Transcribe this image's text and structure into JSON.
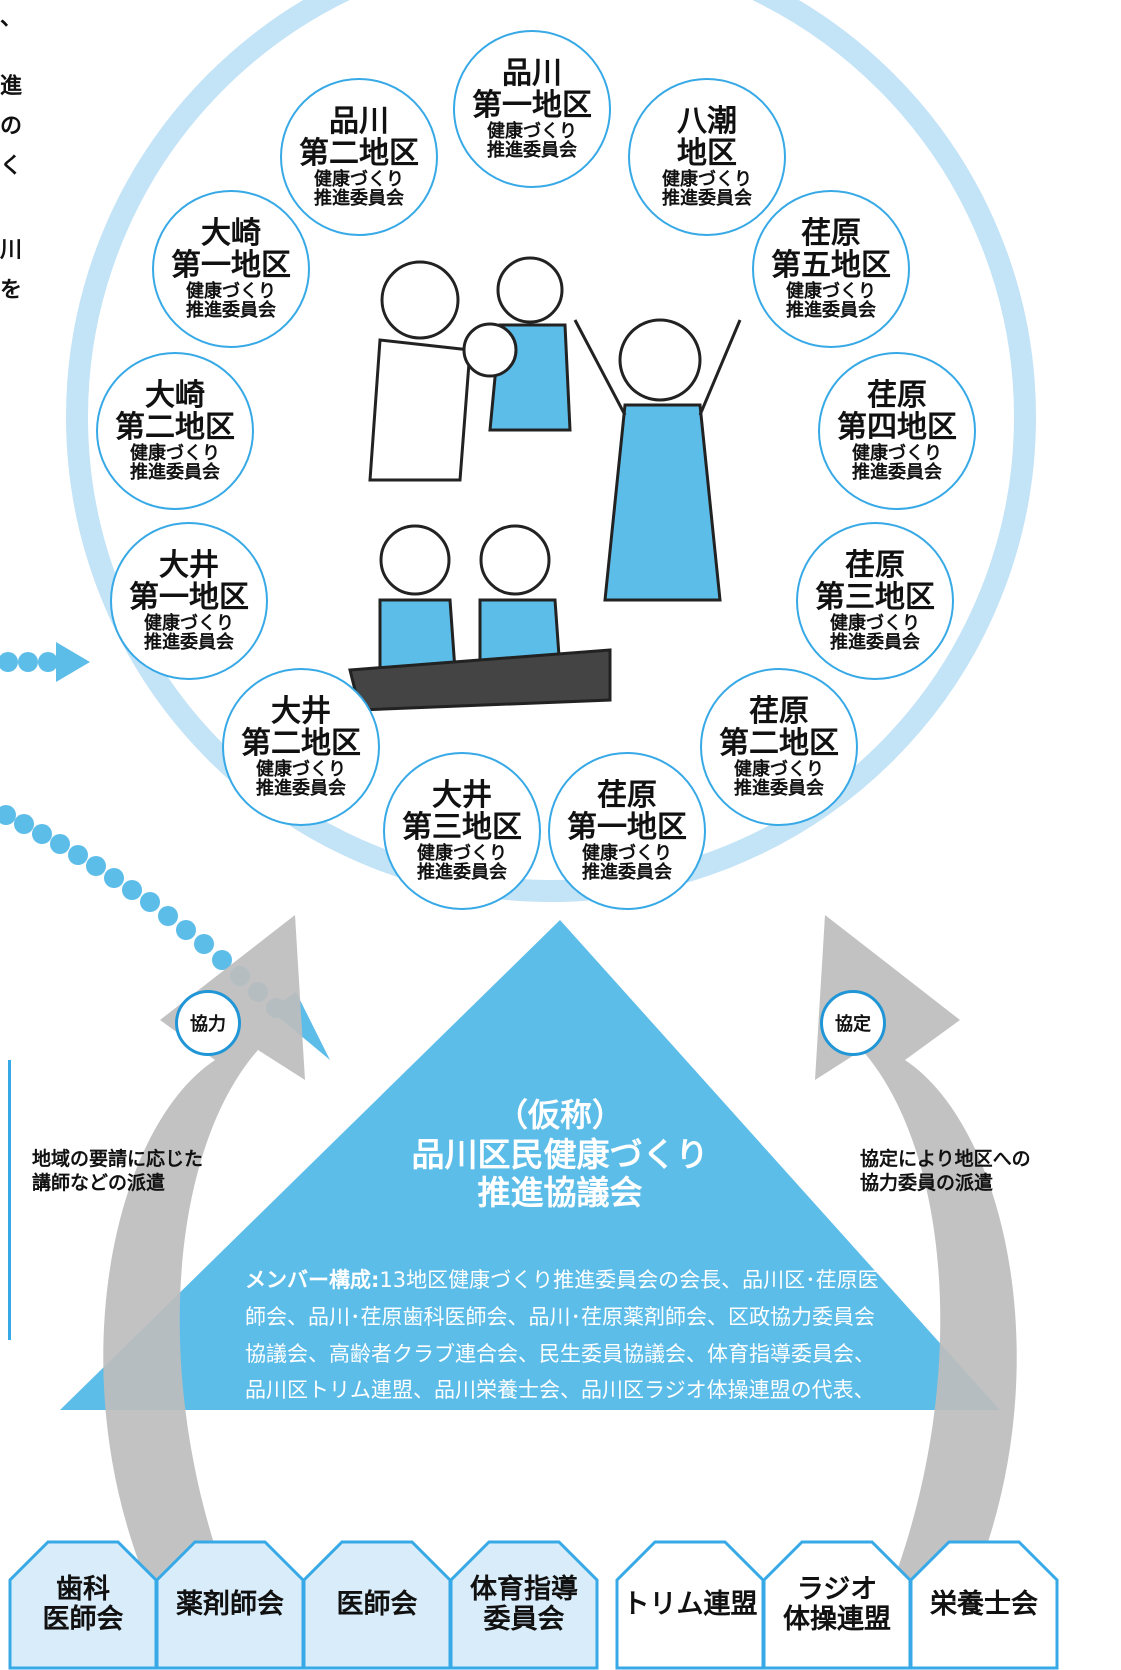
{
  "side_chars": [
    "、",
    "進",
    "の",
    "く",
    "川",
    "を"
  ],
  "nodes": [
    {
      "l1": "品川",
      "l2": "第一地区",
      "l3": "健康づくり",
      "l4": "推進委員会"
    },
    {
      "l1": "八潮",
      "l2": "地区",
      "l3": "健康づくり",
      "l4": "推進委員会"
    },
    {
      "l1": "荏原",
      "l2": "第五地区",
      "l3": "健康づくり",
      "l4": "推進委員会"
    },
    {
      "l1": "荏原",
      "l2": "第四地区",
      "l3": "健康づくり",
      "l4": "推進委員会"
    },
    {
      "l1": "荏原",
      "l2": "第三地区",
      "l3": "健康づくり",
      "l4": "推進委員会"
    },
    {
      "l1": "荏原",
      "l2": "第二地区",
      "l3": "健康づくり",
      "l4": "推進委員会"
    },
    {
      "l1": "荏原",
      "l2": "第一地区",
      "l3": "健康づくり",
      "l4": "推進委員会"
    },
    {
      "l1": "大井",
      "l2": "第三地区",
      "l3": "健康づくり",
      "l4": "推進委員会"
    },
    {
      "l1": "大井",
      "l2": "第二地区",
      "l3": "健康づくり",
      "l4": "推進委員会"
    },
    {
      "l1": "大井",
      "l2": "第一地区",
      "l3": "健康づくり",
      "l4": "推進委員会"
    },
    {
      "l1": "大崎",
      "l2": "第二地区",
      "l3": "健康づくり",
      "l4": "推進委員会"
    },
    {
      "l1": "大崎",
      "l2": "第一地区",
      "l3": "健康づくり",
      "l4": "推進委員会"
    },
    {
      "l1": "品川",
      "l2": "第二地区",
      "l3": "健康づくり",
      "l4": "推進委員会"
    }
  ],
  "badges": {
    "left": "協力",
    "right": "協定"
  },
  "captions": {
    "left": [
      "地域の要請に応じた",
      "講師などの派遣"
    ],
    "right": [
      "協定により地区への",
      "協力委員の派遣"
    ]
  },
  "council": {
    "kasho": "（仮称）",
    "title1": "品川区民健康づくり",
    "title2": "推進協議会",
    "members_label": "メンバー構成:",
    "members_text": "13地区健康づくり推進委員会の会長、品川区･荏原医師会、品川･荏原歯科医師会、品川･荏原薬剤師会、区政協力委員会協議会、高齢者クラブ連合会、民生委員協議会、体育指導委員会、品川区トリム連盟、品川栄養士会、品川区ラジオ体操連盟の代表、区"
  },
  "orgs": [
    {
      "l1": "歯科",
      "l2": "医師会",
      "fill": "#d9ecfa"
    },
    {
      "l1": "薬剤師会",
      "l2": "",
      "fill": "#d9ecfa"
    },
    {
      "l1": "医師会",
      "l2": "",
      "fill": "#d9ecfa"
    },
    {
      "l1": "体育指導",
      "l2": "委員会",
      "fill": "#d9ecfa"
    },
    {
      "l1": "トリム連盟",
      "l2": "",
      "fill": "#ffffff"
    },
    {
      "l1": "ラジオ",
      "l2": "体操連盟",
      "fill": "#ffffff"
    },
    {
      "l1": "栄養士会",
      "l2": "",
      "fill": "#ffffff"
    }
  ],
  "colors": {
    "ring": "#c3e3f7",
    "node_border": "#37a9e6",
    "triangle": "#5dbde9",
    "arrow_gray": "#b7b7b7",
    "dots": "#5dbde9"
  }
}
